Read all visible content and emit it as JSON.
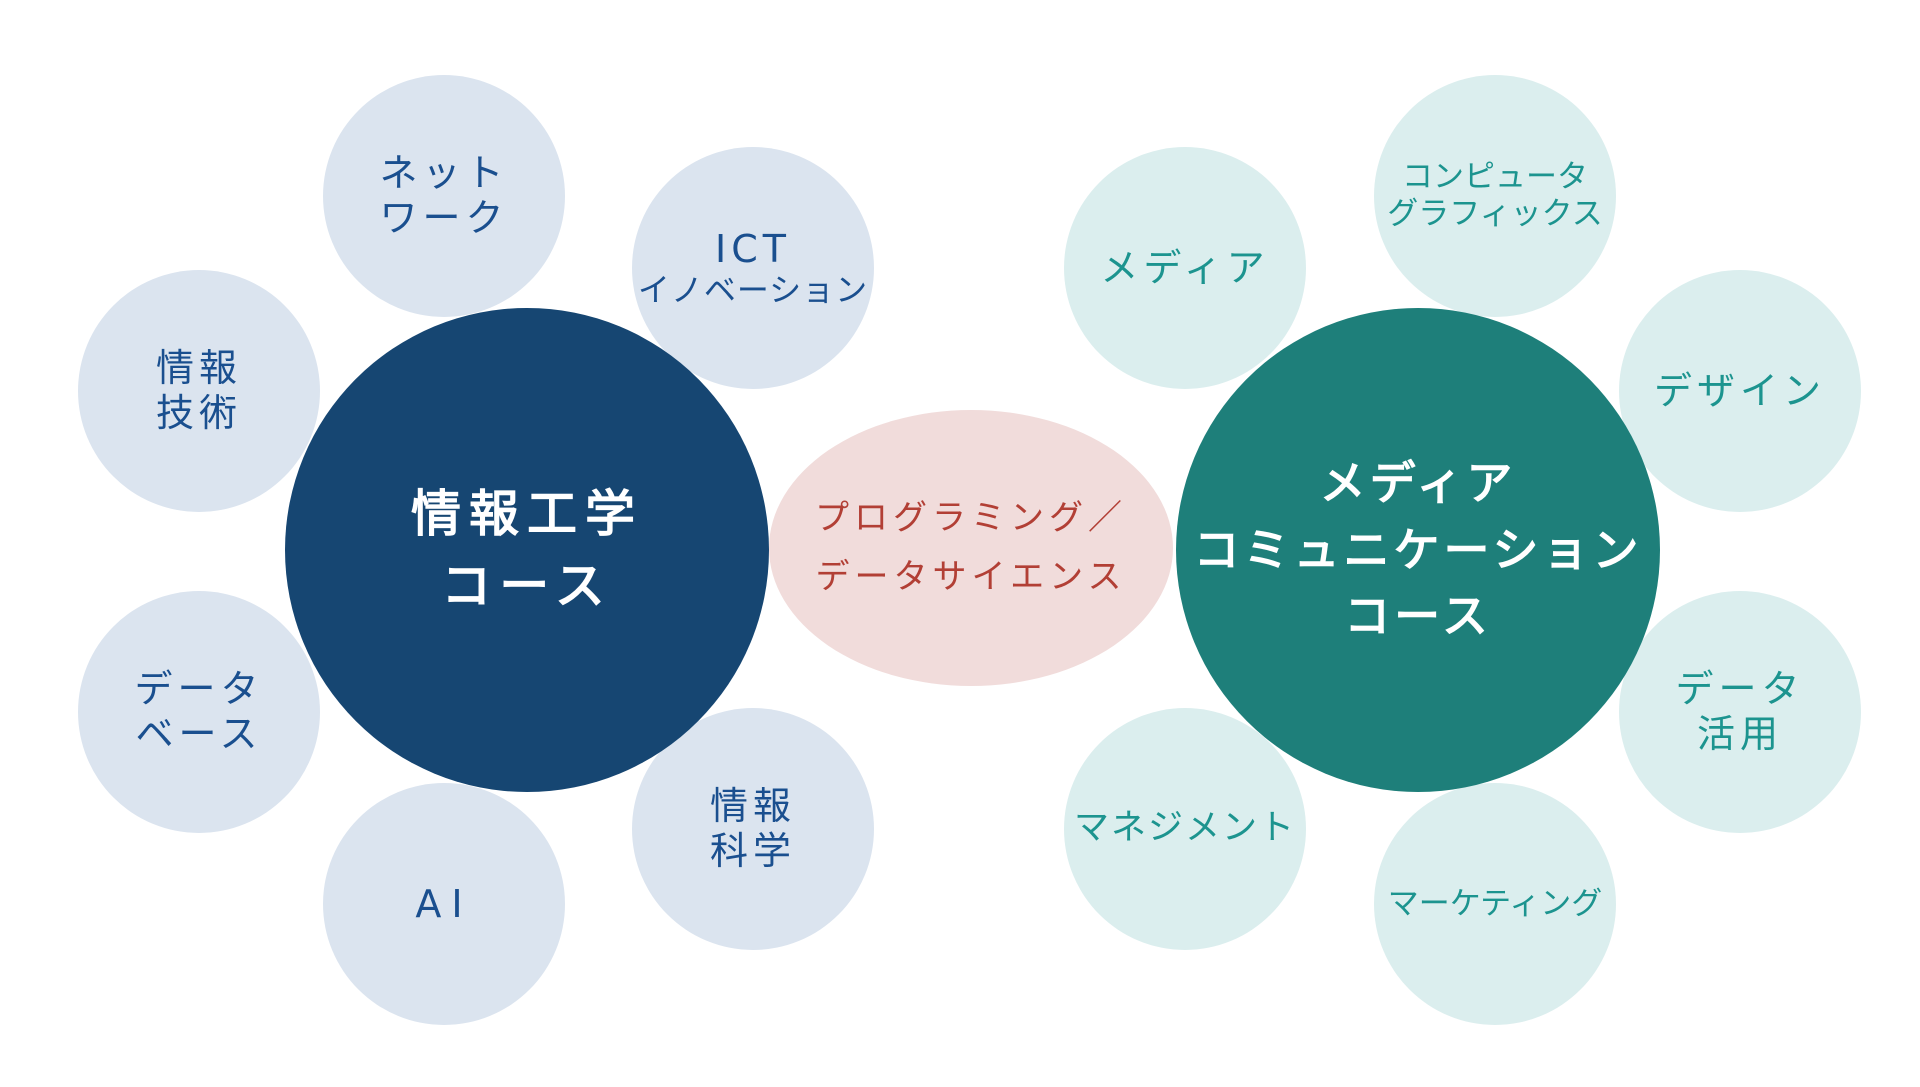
{
  "left_course": {
    "title_lines": [
      "情報工学",
      "コース"
    ],
    "topics": [
      {
        "lines": [
          "ネット",
          "ワーク"
        ]
      },
      {
        "lines": [
          "ICT",
          "イノベーション"
        ]
      },
      {
        "lines": [
          "情報",
          "技術"
        ]
      },
      {
        "lines": [
          "データ",
          "ベース"
        ]
      },
      {
        "lines": [
          "AI"
        ]
      },
      {
        "lines": [
          "情報",
          "科学"
        ]
      }
    ]
  },
  "center": {
    "lines": [
      "プログラミング／",
      "データサイエンス"
    ]
  },
  "right_course": {
    "title_lines": [
      "メディア",
      "コミュニケーション",
      "コース"
    ],
    "topics": [
      {
        "lines": [
          "メディア"
        ]
      },
      {
        "lines": [
          "コンピュータ",
          "グラフィックス"
        ]
      },
      {
        "lines": [
          "デザイン"
        ]
      },
      {
        "lines": [
          "データ",
          "活用"
        ]
      },
      {
        "lines": [
          "マネジメント"
        ]
      },
      {
        "lines": [
          "マーケティング"
        ]
      }
    ]
  },
  "colors": {
    "left_main": "#164672",
    "left_topic_fill": "#dbe4ef",
    "left_topic_text": "#1a4f8f",
    "right_main": "#1e7f7a",
    "right_topic_fill": "#dbeeee",
    "right_topic_text": "#1c948f",
    "center_fill": "#f1dcdb",
    "center_text": "#b23f35"
  }
}
